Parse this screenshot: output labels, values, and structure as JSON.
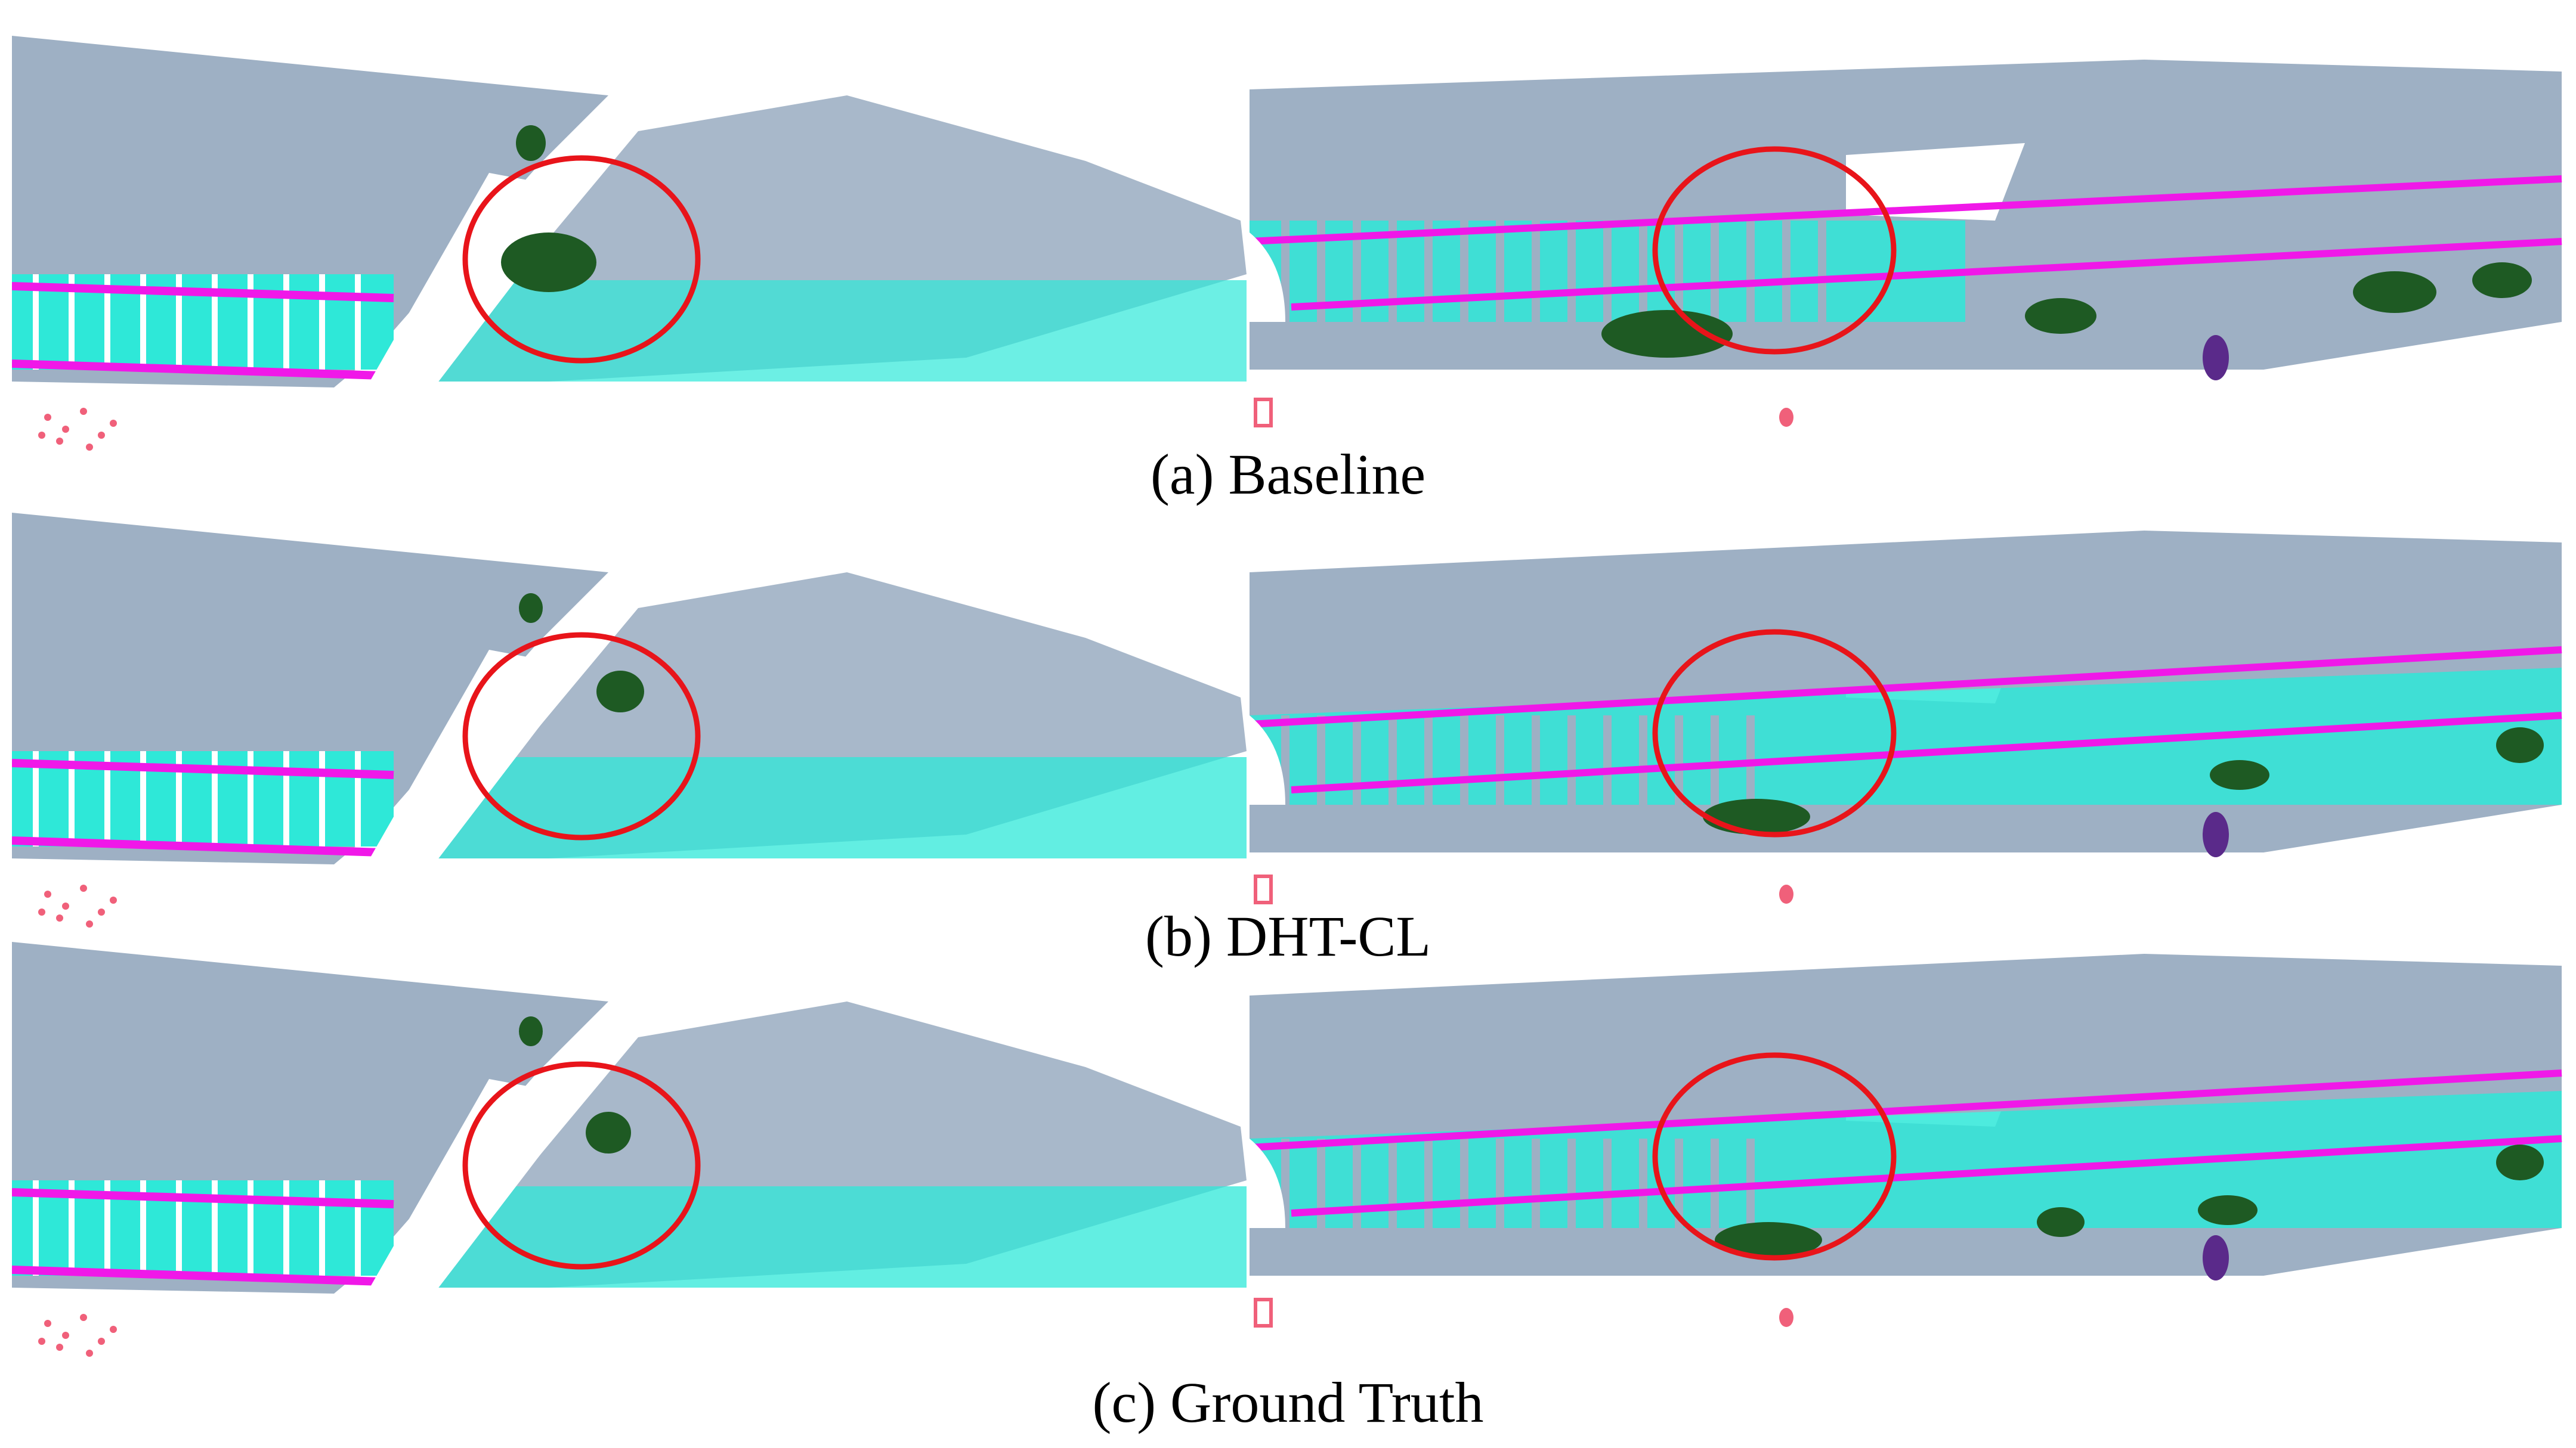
{
  "figure": {
    "rows": [
      {
        "caption": "(a) Baseline",
        "variant": "baseline"
      },
      {
        "caption": "(b) DHT-CL",
        "variant": "dhtcl"
      },
      {
        "caption": "(c) Ground Truth",
        "variant": "gt"
      }
    ],
    "colors": {
      "ground": "#9eb0c4",
      "sleeper": "#2ee8d8",
      "rail": "#f018e8",
      "vegetation": "#1e5a23",
      "pole": "#f0607a",
      "other": "#5a2a8a",
      "highlight_circle": "#e8141a"
    }
  }
}
